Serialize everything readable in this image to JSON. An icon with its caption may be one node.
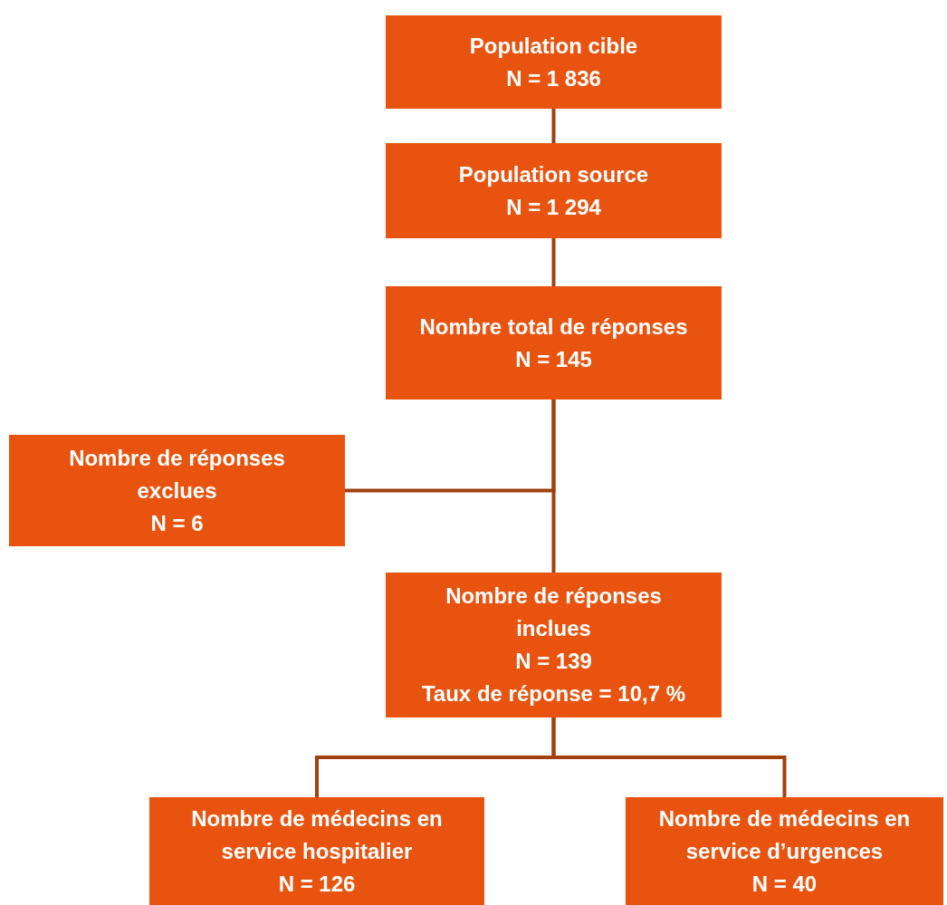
{
  "diagram": {
    "nodes": [
      {
        "text": [
          "Population cible",
          "N = 1 836"
        ]
      },
      {
        "text": [
          "Population source",
          "N = 1 294"
        ]
      },
      {
        "text": [
          "Nombre total de réponses",
          "N = 145"
        ]
      },
      {
        "text": [
          "Nombre de réponses exclues",
          "N = 6"
        ]
      },
      {
        "text": [
          "Nombre de réponses inclues",
          "N = 139",
          "Taux de réponse = 10,7 %"
        ]
      },
      {
        "text": [
          "Nombre de médecins en service hospitalier",
          "N = 126"
        ]
      },
      {
        "text": [
          "Nombre de médecins en service d’urgences",
          "N = 40"
        ]
      }
    ],
    "edges": [
      {
        "from": 0,
        "to": 1,
        "arrow": "none"
      },
      {
        "from": 1,
        "to": 2,
        "arrow": "none"
      },
      {
        "from": 2,
        "to": 3,
        "arrow": "none"
      },
      {
        "from": 2,
        "to": 4,
        "arrow": "none"
      },
      {
        "from": 4,
        "to": 5,
        "arrow": "none"
      },
      {
        "from": 4,
        "to": 6,
        "arrow": "none"
      }
    ]
  }
}
